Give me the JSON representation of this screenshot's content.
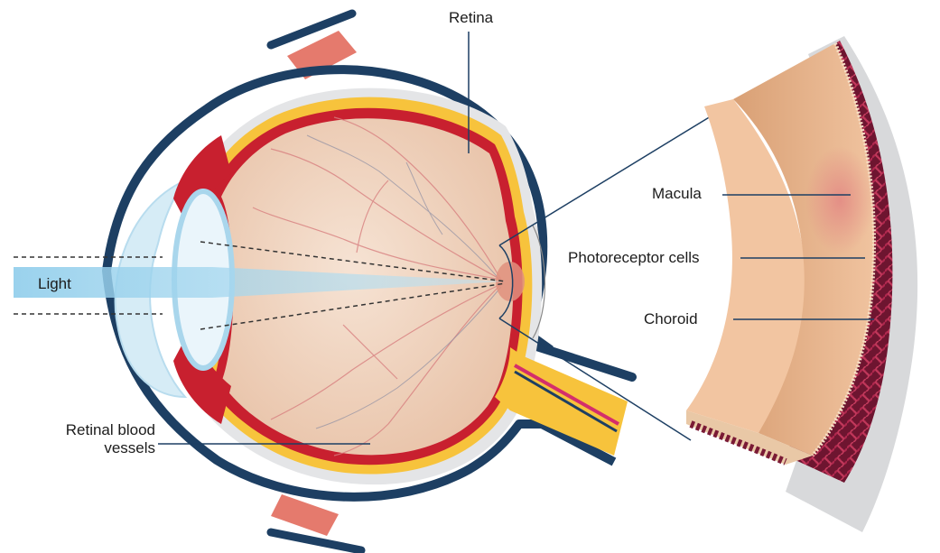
{
  "labels": {
    "retina": "Retina",
    "light": "Light",
    "retinal_blood_vessels_1": "Retinal blood",
    "retinal_blood_vessels_2": "vessels",
    "macula": "Macula",
    "photoreceptor_cells": "Photoreceptor cells",
    "choroid": "Choroid"
  },
  "colors": {
    "sclera_outline": "#1d3f63",
    "retina_red": "#c8202f",
    "yellow_layer": "#f7c33c",
    "vitreous": "#f1d4bf",
    "light_beam": "#9fd4ee",
    "macula_pink": "#e79a8e",
    "tissue_tan": "#e3ae84",
    "choroid_vessels": "#8a1d3a",
    "outer_grey": "#d8d9db",
    "muscle_pink": "#e57a6d"
  }
}
